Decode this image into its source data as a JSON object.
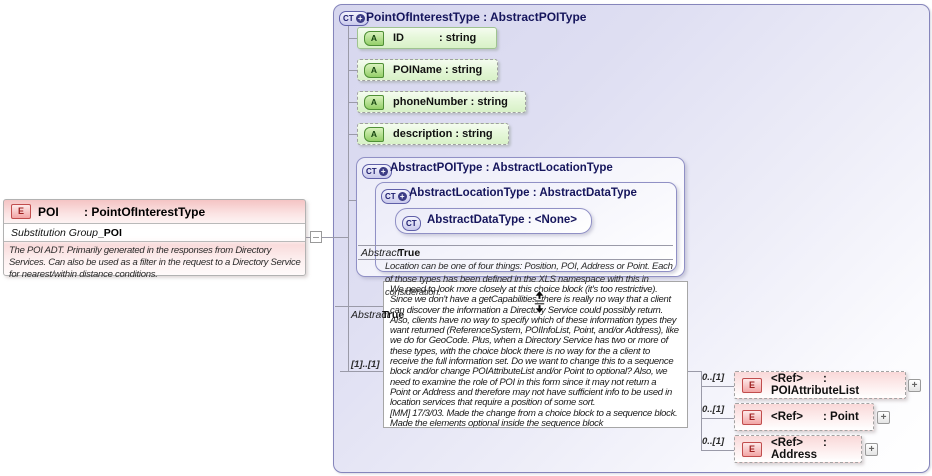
{
  "icons": {
    "ct": "CT",
    "attr": "A",
    "elem": "E",
    "plus": "+",
    "expand": "+"
  },
  "poi": {
    "name": "POI",
    "type": ": PointOfInterestType",
    "substitution_label": "Substitution Group",
    "substitution_value": "_POI",
    "doc_lines": [
      "The POI ADT. Primarily generated in the responses from Directory",
      "Services. Can also be used as a filter in the request to a Directory Service",
      "for nearest/within distance conditions."
    ]
  },
  "main": {
    "title": "PointOfInterestType : AbstractPOIType",
    "attributes": [
      {
        "name": "ID",
        "type": ": string"
      },
      {
        "name": "POIName",
        "type": ": string"
      },
      {
        "name": "phoneNumber",
        "type": ": string"
      },
      {
        "name": "description",
        "type": ": string"
      }
    ],
    "base": {
      "title": "AbstractPOIType : AbstractLocationType",
      "abstract_label": "Abstract",
      "abstract_value": "True",
      "base": {
        "title": "AbstractLocationType : AbstractDataType",
        "abstract_label": "Abstract",
        "abstract_value": "True",
        "base": {
          "title": "AbstractDataType : <None>"
        },
        "doc_lines": [
          "Location can be one of four things: Position, POI, Address or Point. Each",
          "of those types has been defined in the XLS namespace with this in",
          "consideration."
        ]
      }
    },
    "annotation_lines": [
      "We need to look more closely at this choice block (it's too restrictive).",
      "Since we don't have a getCapabilities, there is really no way that a client",
      "can discover the information a Directory Service could possibly return.",
      "Also, clients have no way to specify which of these information types they",
      "want returned (ReferenceSystem, POIInfoList, Point, and/or Address), like",
      "we do for GeoCode. Plus, when a Directory Service has two or more of",
      "these types, with the choice block there is no way for the a client to",
      "receive the full information set. Do we want to change this to a sequence",
      "block and/or change POIAttributeList and/or Point to optional? Also, we",
      "need to examine the role of POI in this form since it may not return a",
      "Point or Address and therefore may not have sufficient info to be used in",
      "location services that require a position of some sort.",
      "[MM] 17/3/03. Made the change from a choice block to a sequence block.",
      "Made the elements optional inside the sequence block"
    ],
    "sequence_cardinality": "[1]..[1]",
    "children": [
      {
        "cardinality": "0..[1]",
        "name": "<Ref>",
        "type": ": POIAttributeList"
      },
      {
        "cardinality": "0..[1]",
        "name": "<Ref>",
        "type": ": Point"
      },
      {
        "cardinality": "0..[1]",
        "name": "<Ref>",
        "type": ": Address"
      }
    ]
  }
}
